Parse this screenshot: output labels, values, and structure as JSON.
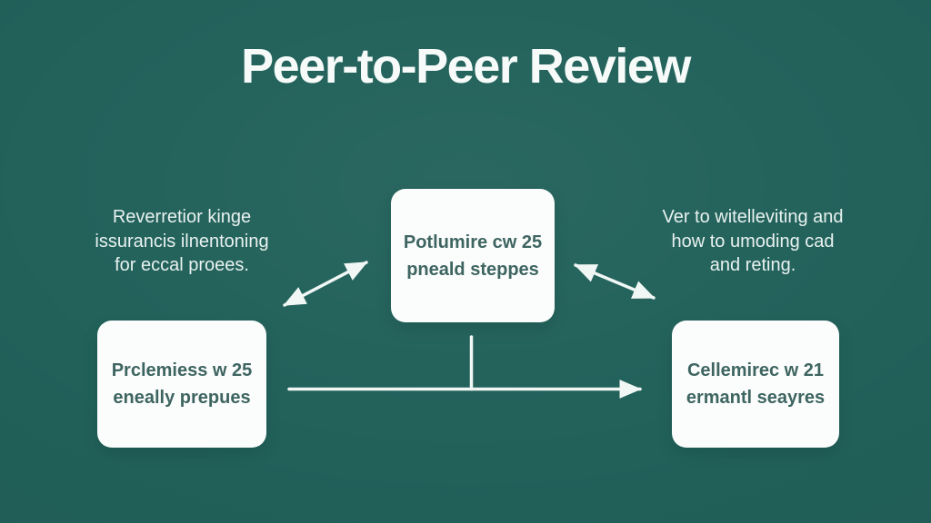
{
  "title": "Peer-to-Peer Review",
  "diagram": {
    "notes": {
      "left": {
        "lines": [
          "Reverretior kinge",
          "issurancis ilnentoning",
          "for eccal proees."
        ]
      },
      "right": {
        "lines": [
          "Ver to witelleviting and",
          "how to umoding cad",
          "and reting."
        ]
      }
    },
    "boxes": {
      "center": {
        "lines": [
          "Potlumire cw 25",
          "pneald steppes"
        ]
      },
      "bottom_left": {
        "lines": [
          "Prclemiess w 25",
          "eneally prepues"
        ]
      },
      "bottom_right": {
        "lines": [
          "Cellemirec w 21",
          "ermantl seayres"
        ]
      }
    },
    "connectors": [
      {
        "name": "left-diagonal-double-arrow",
        "type": "double-arrow",
        "connects": "left-note <-> center-box"
      },
      {
        "name": "right-diagonal-double-arrow",
        "type": "double-arrow",
        "connects": "center-box <-> right-note"
      },
      {
        "name": "center-drop-line",
        "type": "line",
        "connects": "center-box to bottom-flow"
      },
      {
        "name": "bottom-flow-arrow",
        "type": "arrow-right",
        "connects": "bottom-left-box -> bottom-right-box"
      }
    ]
  },
  "theme": {
    "bg": "#21615A",
    "title_color": "#F6FBF9",
    "note_color": "#E9F2F0",
    "card_bg": "#FBFDFC",
    "card_text": "#3E6561",
    "arrow_color": "#F1F7F5"
  }
}
